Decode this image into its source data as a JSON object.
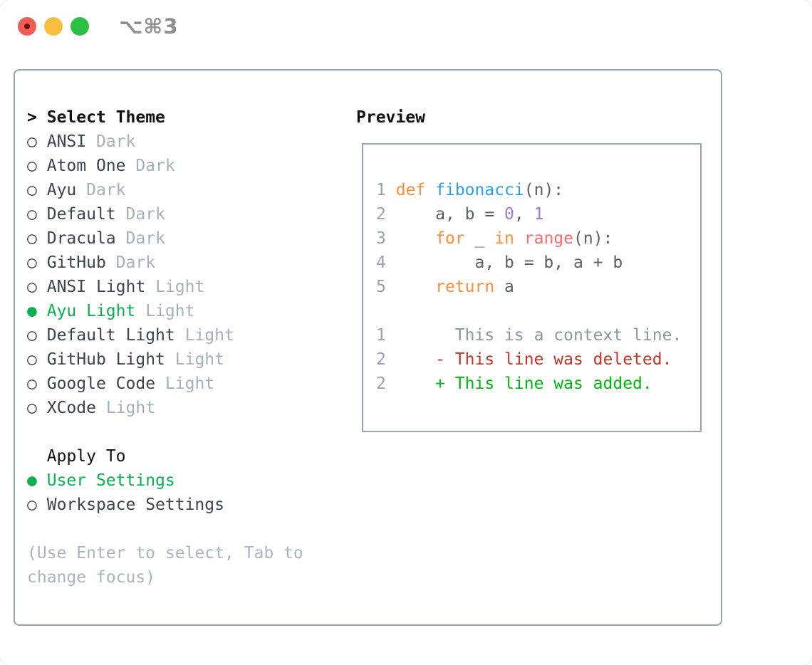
{
  "window": {
    "titlebar": {
      "shortcut_label": "⌥⌘3",
      "traffic_lights": [
        "close",
        "minimize",
        "zoom"
      ]
    }
  },
  "theme_list": {
    "prompt": ">",
    "header": "Select Theme",
    "unselected_marker": "○",
    "selected_marker": "●",
    "items": [
      {
        "name": "ANSI",
        "variant": "Dark",
        "selected": false
      },
      {
        "name": "Atom One",
        "variant": "Dark",
        "selected": false
      },
      {
        "name": "Ayu",
        "variant": "Dark",
        "selected": false
      },
      {
        "name": "Default",
        "variant": "Dark",
        "selected": false
      },
      {
        "name": "Dracula",
        "variant": "Dark",
        "selected": false
      },
      {
        "name": "GitHub",
        "variant": "Dark",
        "selected": false
      },
      {
        "name": "ANSI Light",
        "variant": "Light",
        "selected": false
      },
      {
        "name": "Ayu Light",
        "variant": "Light",
        "selected": true
      },
      {
        "name": "Default Light",
        "variant": "Light",
        "selected": false
      },
      {
        "name": "GitHub Light",
        "variant": "Light",
        "selected": false
      },
      {
        "name": "Google Code",
        "variant": "Light",
        "selected": false
      },
      {
        "name": "XCode",
        "variant": "Light",
        "selected": false
      }
    ]
  },
  "apply_to": {
    "header": "Apply To",
    "options": [
      {
        "label": "User Settings",
        "selected": true
      },
      {
        "label": "Workspace Settings",
        "selected": false
      }
    ]
  },
  "help_text": {
    "line1": "(Use Enter to select, Tab to",
    "line2": "change focus)"
  },
  "preview": {
    "header": "Preview",
    "code_lines": [
      {
        "num": "1",
        "tokens": [
          {
            "t": "def",
            "c": "kw"
          },
          {
            "t": " ",
            "c": "fg"
          },
          {
            "t": "fibonacci",
            "c": "fn"
          },
          {
            "t": "(n):",
            "c": "fg"
          }
        ]
      },
      {
        "num": "2",
        "tokens": [
          {
            "t": "    a, b = ",
            "c": "fg"
          },
          {
            "t": "0",
            "c": "num"
          },
          {
            "t": ", ",
            "c": "fg"
          },
          {
            "t": "1",
            "c": "num"
          }
        ]
      },
      {
        "num": "3",
        "tokens": [
          {
            "t": "    ",
            "c": "fg"
          },
          {
            "t": "for",
            "c": "kw"
          },
          {
            "t": " _ ",
            "c": "fg"
          },
          {
            "t": "in",
            "c": "kw"
          },
          {
            "t": " ",
            "c": "fg"
          },
          {
            "t": "range",
            "c": "call"
          },
          {
            "t": "(n):",
            "c": "fg"
          }
        ]
      },
      {
        "num": "4",
        "tokens": [
          {
            "t": "        a, b = b, a + b",
            "c": "fg"
          }
        ]
      },
      {
        "num": "5",
        "tokens": [
          {
            "t": "    ",
            "c": "fg"
          },
          {
            "t": "return",
            "c": "kw"
          },
          {
            "t": " a",
            "c": "fg"
          }
        ]
      }
    ],
    "diff_lines": [
      {
        "num": "1",
        "text": "      This is a context line.",
        "type": "context"
      },
      {
        "num": "2",
        "text": "    - This line was deleted.",
        "type": "deleted"
      },
      {
        "num": "2",
        "text": "    + This line was added.",
        "type": "added"
      }
    ]
  },
  "colors": {
    "selection_green": "#0caf4e",
    "keyword_orange": "#fa8d3e",
    "function_blue": "#2f9ee2",
    "builtin_coral": "#f0706f",
    "number_purple": "#a37acc",
    "code_foreground": "#5b6067",
    "diff_deleted_red": "#c43527",
    "diff_added_green": "#00b50f",
    "muted_gray": "#a6afbc",
    "panel_border": "#98a2ad",
    "traffic_red": "#f25c54",
    "traffic_yellow": "#fabd3c",
    "traffic_green": "#2ec045"
  }
}
